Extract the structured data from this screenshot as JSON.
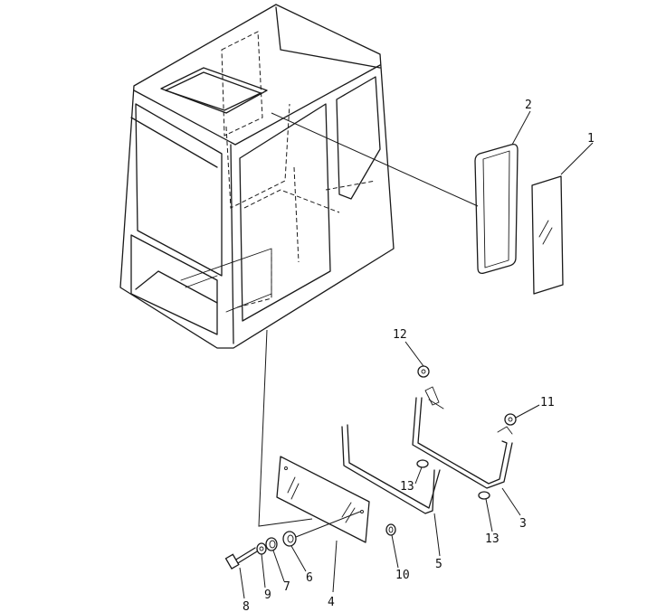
{
  "callouts": [
    {
      "id": "c1",
      "text": "1"
    },
    {
      "id": "c2",
      "text": "2"
    },
    {
      "id": "c3",
      "text": "3"
    },
    {
      "id": "c4",
      "text": "4"
    },
    {
      "id": "c5",
      "text": "5"
    },
    {
      "id": "c6",
      "text": "6"
    },
    {
      "id": "c7",
      "text": "7"
    },
    {
      "id": "c8",
      "text": "8"
    },
    {
      "id": "c9",
      "text": "9"
    },
    {
      "id": "c10",
      "text": "10"
    },
    {
      "id": "c11",
      "text": "11"
    },
    {
      "id": "c12",
      "text": "12"
    },
    {
      "id": "c13a",
      "text": "13"
    },
    {
      "id": "c13b",
      "text": "13"
    }
  ]
}
